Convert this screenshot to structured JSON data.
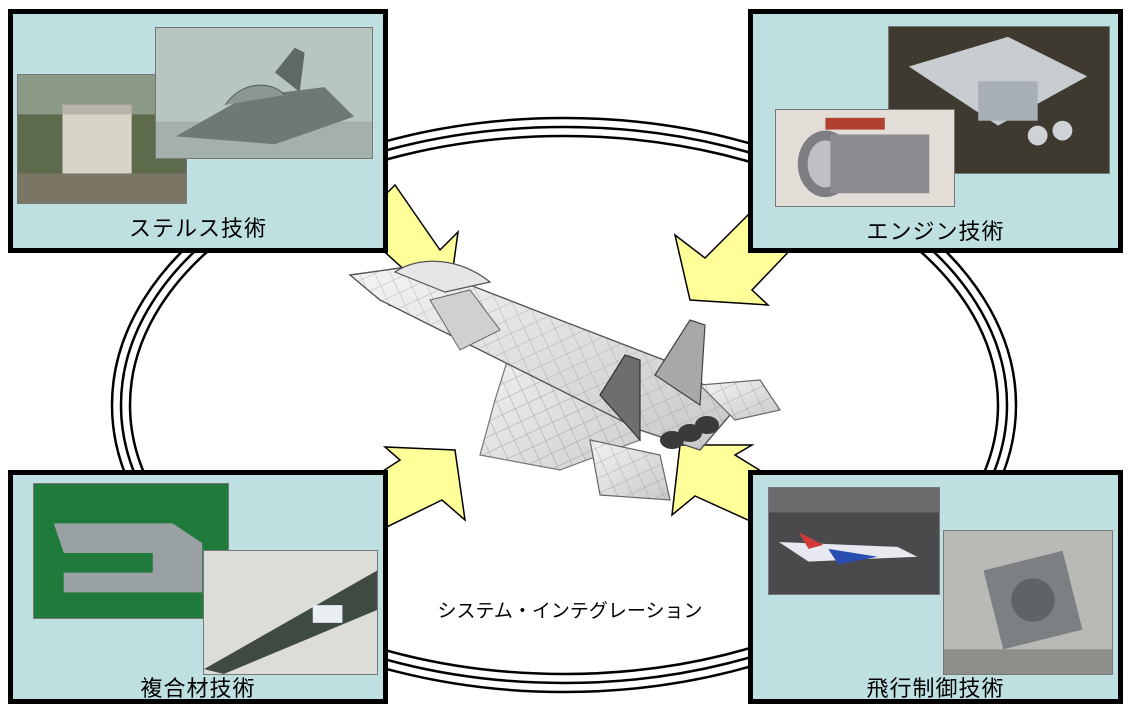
{
  "center_label": "システム・インテグレーション",
  "panels": {
    "stealth": {
      "label": "ステルス技術"
    },
    "engine": {
      "label": "エンジン技術"
    },
    "composite": {
      "label": "複合材技術"
    },
    "flight_control": {
      "label": "飛行制御技術"
    }
  },
  "colors": {
    "panel_bg": "#bfe0e0",
    "arrow_fill": "#ffff99",
    "border": "#000000"
  }
}
